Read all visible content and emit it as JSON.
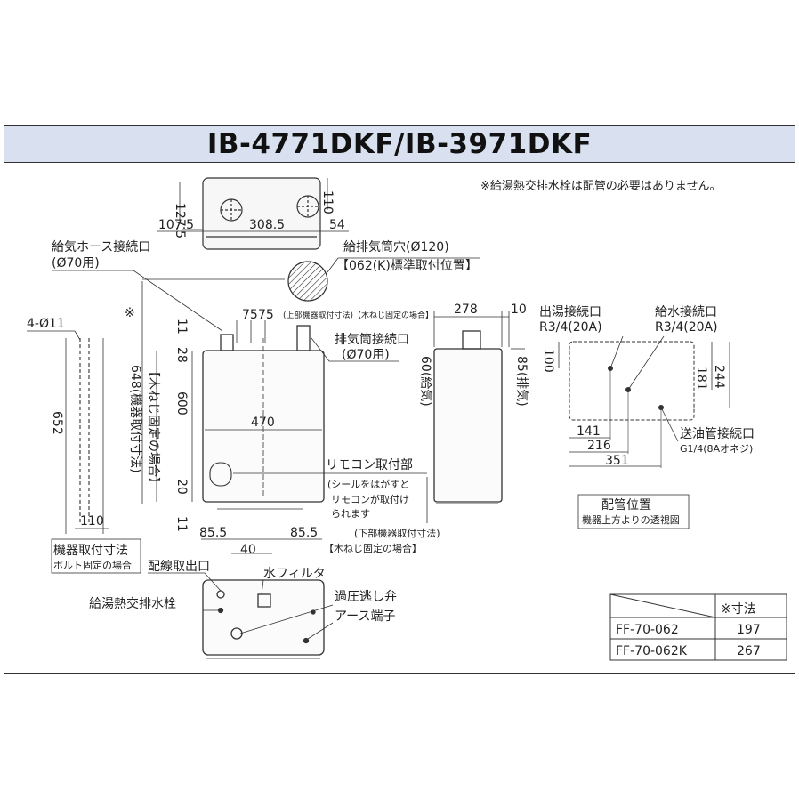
{
  "title": "IB-4771DKF/IB-3971DKF",
  "note_top": "※給湯熱交排水栓は配管の必要はありません。",
  "top_view": {
    "dim_127_5": "127.5",
    "dim_110": "110",
    "dim_107_5": "107.5",
    "dim_308_5": "308.5",
    "dim_54": "54"
  },
  "labels": {
    "air_hose_1": "給気ホース接続口",
    "air_hose_2": "(Ø70用)",
    "flue_hole": "給排気筒穴(Ø120)",
    "flue_std": "【062(K)標準取付位置】",
    "exhaust_1": "排気筒接続口",
    "exhaust_2": "(Ø70用)",
    "star": "※",
    "bolt": "4-Ø11",
    "upper_mount": "(上部機器取付寸法)【木ねじ固定の場合】",
    "remote_1": "リモコン取付部",
    "remote_2": "(シールをはがすと",
    "remote_3": "リモコンが取付け",
    "remote_4": "られます",
    "lower_mount": "(下部機器取付寸法)",
    "lower_mount_2": "【木ねじ固定の場合】",
    "vert_mount": "648(機器取付寸法)",
    "vert_mount_2": "【木ねじ固定の場合】",
    "mount_box_1": "機器取付寸法",
    "mount_box_2": "ボルト固定の場合",
    "hot_out_1": "出湯接続口",
    "hot_out_2": "R3/4(20A)",
    "water_in_1": "給水接続口",
    "water_in_2": "R3/4(20A)",
    "oil_1": "送油管接続口",
    "oil_2": "G1/4(8Aオネジ)",
    "pipe_pos_1": "配管位置",
    "pipe_pos_2": "機器上方よりの透視図",
    "wire_out": "配線取出口",
    "water_filter": "水フィルタ",
    "drain": "給湯熱交排水栓",
    "relief": "過圧逃し弁",
    "earth": "アース端子",
    "side_intake": "60(給気)",
    "side_exhaust": "85(排気)"
  },
  "front_dims": {
    "d75a": "75",
    "d75b": "75",
    "d11_top": "11",
    "d28": "28",
    "d600": "600",
    "d470": "470",
    "d20": "20",
    "d11_bot": "11",
    "d85_5_l": "85.5",
    "d40": "40",
    "d85_5_r": "85.5",
    "d652": "652",
    "d110": "110"
  },
  "side_dims": {
    "d278": "278",
    "d10": "10"
  },
  "pipe_dims": {
    "d100": "100",
    "d181": "181",
    "d244": "244",
    "d141": "141",
    "d216": "216",
    "d351": "351"
  },
  "table": {
    "header": "※寸法",
    "rows": [
      {
        "model": "FF-70-062",
        "value": "197"
      },
      {
        "model": "FF-70-062K",
        "value": "267"
      }
    ]
  }
}
